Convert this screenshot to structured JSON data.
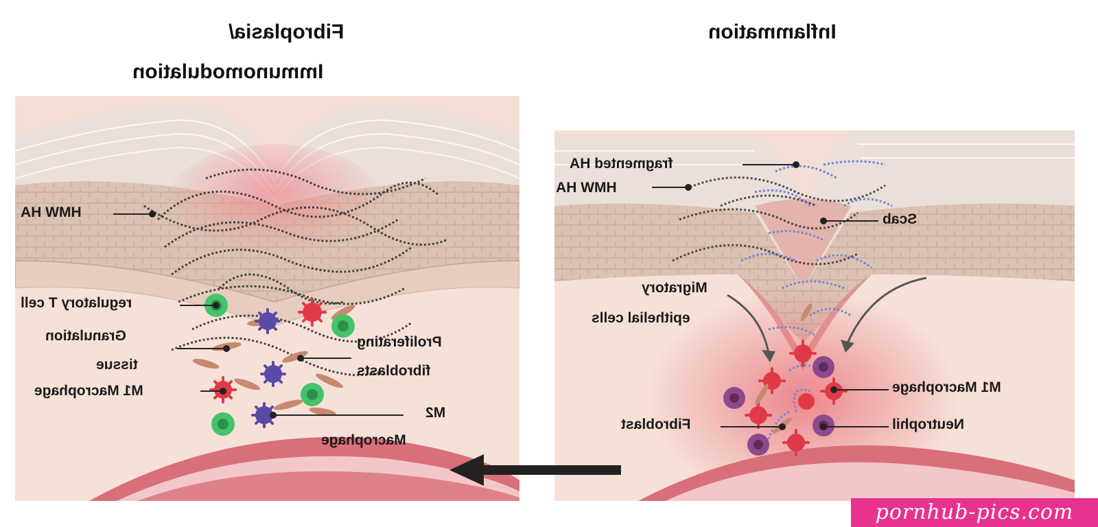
{
  "headings": {
    "left_line1": "Fibroplasia/",
    "left_line2": "Immunomodulation",
    "right": "Inflammation"
  },
  "left_panel_labels": {
    "hmw_ha": "HMW HA",
    "regulatory_t_cell": "regulatory T cell",
    "granulation_line1": "Granulation",
    "granulation_line2": "tissue",
    "proliferating_line1": "Proliferating",
    "proliferating_line2": "fibroblasts",
    "m1_macrophage": "M1 Macrophage",
    "m2_line1": "M2",
    "m2_line2": "Macrophage"
  },
  "right_panel_labels": {
    "fragmented_ha": "fragmented HA",
    "hmw_ha": "HMW HA",
    "scab": "Scab",
    "migratory_line1": "Migratory",
    "migratory_line2": "epithelial cells",
    "m1_macrophage": "M1 Macrophage",
    "neutrophil": "Neutrophil",
    "fibroblast": "Fibroblast"
  },
  "watermark": "pornhub-pics.com",
  "colors": {
    "skin_surface": "#ece0da",
    "epidermis": "#e3cabc",
    "dermis": "#f3dcd3",
    "inflammation": "#ec8c90",
    "vessel": "#d9727c",
    "t_cell": "#45c36a",
    "m1_macrophage": "#e03a46",
    "m2_macrophage": "#5a4aa8",
    "neutrophil": "#8c4a8c",
    "hmw_ha": "#3a3a3a",
    "fragmented_ha": "#6f86d6",
    "watermark_bg": "#e8328f"
  }
}
